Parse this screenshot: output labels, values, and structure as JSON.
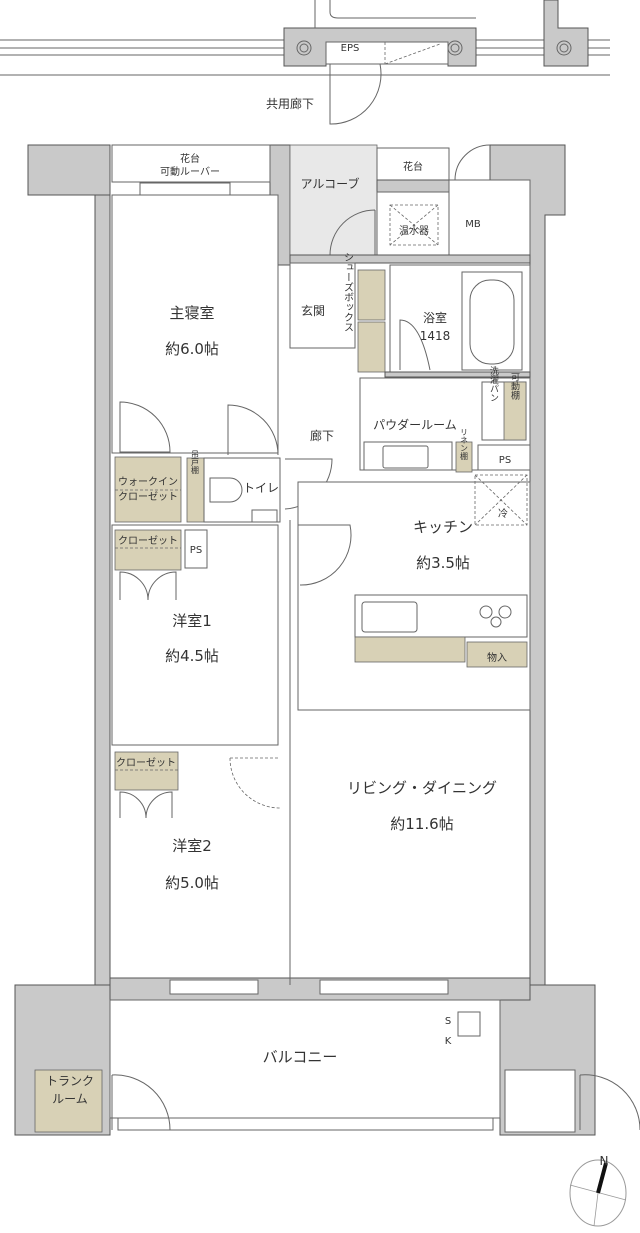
{
  "plan": {
    "common_corridor": "共用廊下",
    "eps": "EPS",
    "flower_bed_left": "花台",
    "movable_louver": "可動ルーバー",
    "alcove": "アルコーブ",
    "flower_bed_right": "花台",
    "water_heater": "温水器",
    "mb": "MB",
    "master_bedroom": {
      "name": "主寝室",
      "size": "約6.0帖"
    },
    "entrance": "玄関",
    "shoe_box": "シューズボックス",
    "bathroom": {
      "name": "浴室",
      "size": "1418"
    },
    "powder_room": "パウダールーム",
    "hallway": "廊下",
    "washer_pan": "洗濯パン",
    "movable_shelf": "可動棚",
    "linen_shelf": "リネン棚",
    "ps_1": "PS",
    "walk_in_closet": {
      "line1": "ウォークイン",
      "line2": "クローゼット"
    },
    "hanging_cabinet": "吊戸棚",
    "toilet": "トイレ",
    "kitchen": {
      "name": "キッチン",
      "size": "約3.5帖"
    },
    "fridge": "冷",
    "closet_1": "クローゼット",
    "ps_2": "PS",
    "western_room_1": {
      "name": "洋室1",
      "size": "約4.5帖"
    },
    "storage": "物入",
    "closet_2": "クローゼット",
    "living_dining": {
      "name": "リビング・ダイニング",
      "size": "約11.6帖"
    },
    "western_room_2": {
      "name": "洋室2",
      "size": "約5.0帖"
    },
    "balcony": "バルコニー",
    "sk_s": "S",
    "sk_k": "K",
    "trunk_room": {
      "line1": "トランク",
      "line2": "ルーム"
    },
    "north": "N"
  },
  "colors": {
    "wall": "#c9c9c9",
    "storage_fill": "#d8d1b6",
    "alcove": "#e8e8e8"
  }
}
